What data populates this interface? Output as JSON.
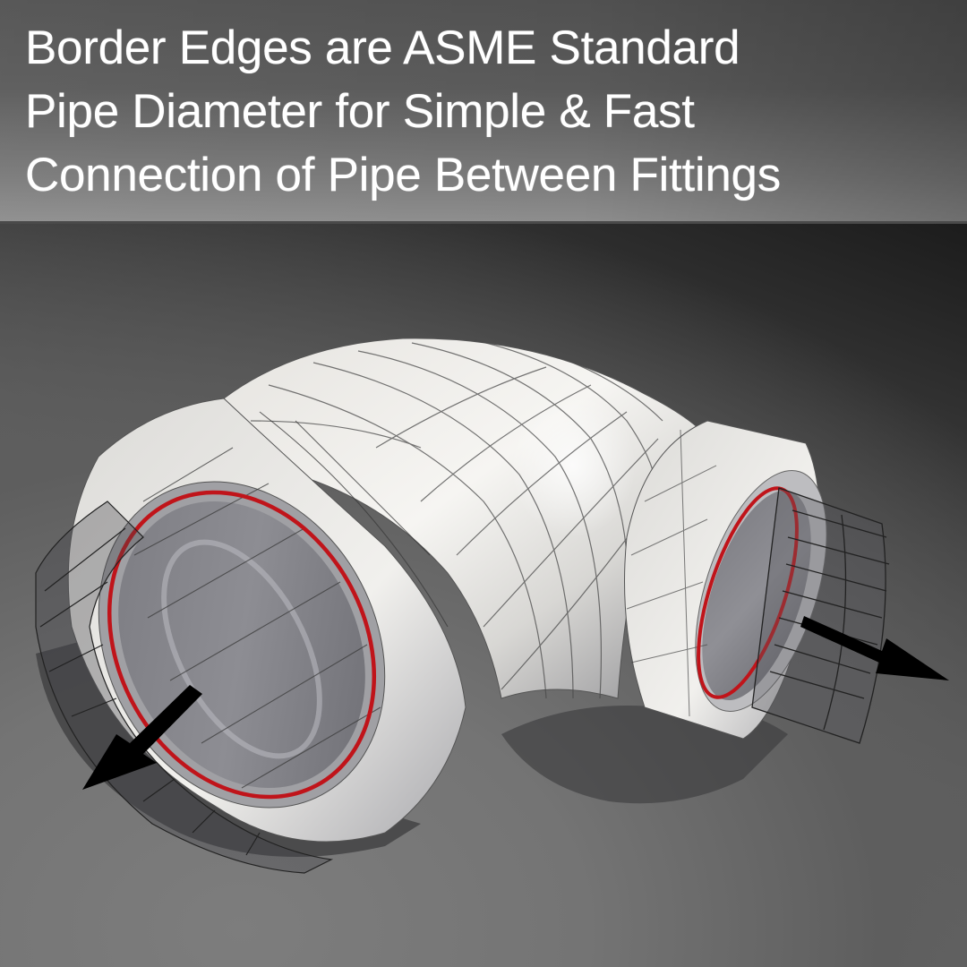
{
  "header": {
    "caption_lines": [
      "Border Edges are ASME Standard",
      "Pipe Diameter for Simple & Fast",
      "Connection of Pipe Between Fittings"
    ]
  },
  "scene": {
    "subject": "90-degree socket elbow pipe fitting (wireframe render)",
    "highlight_color": "#c0141a",
    "arrow_color": "#000000",
    "left_socket": {
      "ring": "red-border-edge-ring",
      "arrow_direction": "down-left"
    },
    "right_socket": {
      "ring": "red-border-edge-ring",
      "arrow_direction": "right-down"
    }
  }
}
